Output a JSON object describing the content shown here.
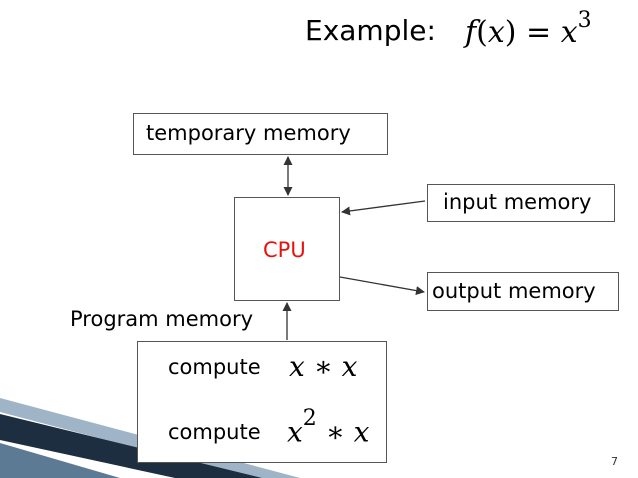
{
  "title": {
    "label": "Example:",
    "formula": {
      "f": "f",
      "lparen": "(",
      "x": "x",
      "rparen": ")",
      "eq": "=",
      "rhs": "x",
      "exp": "3"
    }
  },
  "boxes": {
    "temporary_memory": "temporary memory",
    "cpu": "CPU",
    "input_memory": "input memory",
    "output_memory": "output memory"
  },
  "program": {
    "label": "Program memory",
    "line1": {
      "keyword": "compute",
      "expr": "x ∗ x"
    },
    "line2": {
      "keyword": "compute",
      "base": "x",
      "exp": "2",
      "rest": "∗ x"
    }
  },
  "page_number": "7",
  "colors": {
    "cpu_text": "#e8120c",
    "box_border": "#555555",
    "arrow": "#333333",
    "stripe_dark": "#1c2e3f",
    "stripe_light": "#9fb4c6"
  }
}
